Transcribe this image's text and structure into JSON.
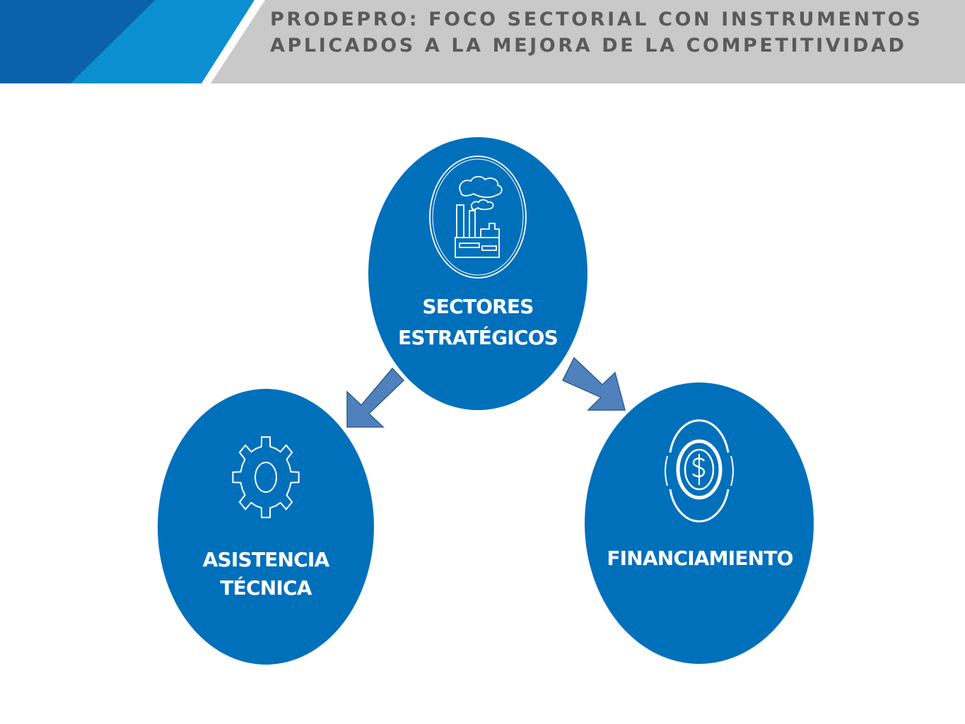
{
  "header": {
    "title_line1": "PRODEPRO: FOCO SECTORIAL CON INSTRUMENTOS",
    "title_line2": "APLICADOS A  LA MEJORA  DE LA COMPETITIVIDAD",
    "band_colors": [
      "#0a62ad",
      "#0b8fd0",
      "#ffffff"
    ],
    "background_color": "#c9c9c9"
  },
  "diagram": {
    "node_color": "#0070bb",
    "arrow_color": "#4f81bd",
    "nodes": [
      {
        "id": "sectores",
        "label_line1": "SECTORES",
        "label_line2": "ESTRATÉGICOS",
        "icon": "factory-icon"
      },
      {
        "id": "asistencia",
        "label_line1": "ASISTENCIA",
        "label_line2": "TÉCNICA",
        "icon": "gear-icon"
      },
      {
        "id": "financiamiento",
        "label_line1": "FINANCIAMIENTO",
        "icon": "dollar-coin-icon"
      }
    ],
    "edges": [
      {
        "from": "sectores",
        "to": "asistencia"
      },
      {
        "from": "sectores",
        "to": "financiamiento"
      }
    ]
  }
}
